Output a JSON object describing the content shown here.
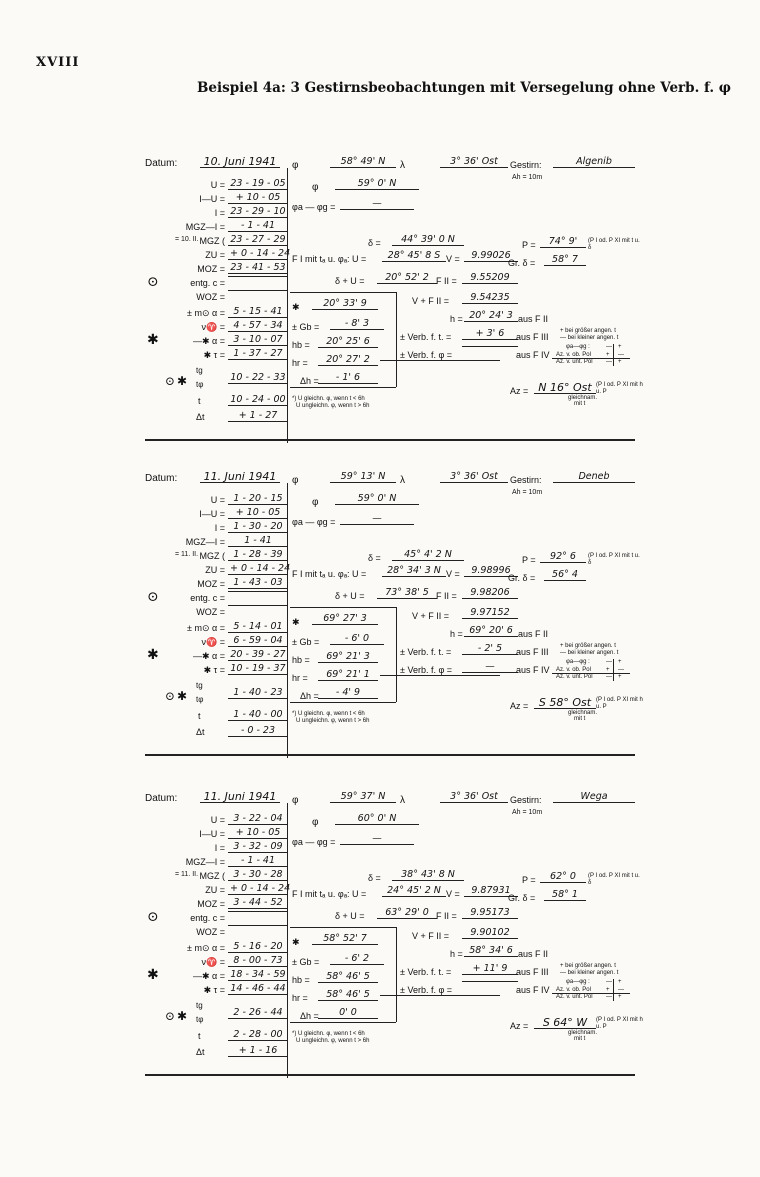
{
  "page": {
    "page_number": "XVIII",
    "title": "Beispiel 4a:  3 Gestirnsbeobachtungen mit Versegelung ohne Verb. f. φ"
  },
  "labels": {
    "datum": "Datum:",
    "U": "U =",
    "IU": "I—U =",
    "I": "I =",
    "MGZI": "MGZ—I =",
    "MGZ": "MGZ (",
    "ZU": "ZU =",
    "MOZ": "MOZ =",
    "entgc": "entg. c =",
    "WOZ": "WOZ =",
    "pmalpha": "± m⊙ α =",
    "vgamma": "ν♈ =",
    "minusalpha": "—✱ α =",
    "startau": "✱ τ =",
    "star": "✱",
    "sun": "⊙",
    "tsub_a": "t",
    "dt": "Δt",
    "phib": "φ",
    "phia": "φ",
    "phia_minus_phib": "φa — φg =",
    "lambda": "λ",
    "gestirn": "Gestirn:",
    "ah": "Ah = 10m",
    "delta": "δ =",
    "fi": "F I mit tₐ u. φₐ: U =",
    "V": "V =",
    "P": "P =",
    "gr_delta": "Gr. δ =",
    "pfi_text": "(P I od. P XI mit t u. δ",
    "delta_plus_U": "δ + U =",
    "FII": "F II =",
    "V_plus_FII": "V + F II =",
    "h": "h =",
    "aus_FII": "aus F II",
    "verb_ft": "± Verb. f. t. =",
    "aus_FIII": "aus F III",
    "verb_fphi": "± Verb. f. φ =",
    "aus_FIV": "aus F IV",
    "bei_groesser": "+ bei größer angen. t",
    "bei_kleiner": "— bei kleiner angen. t",
    "phia_minus_phig": "φa—φg :",
    "az_v_ob_pol": "Az. v. ob. Pol",
    "az_v_unt_pol": "Az. v. unt. Pol",
    "sign_minus": "—",
    "sign_plus": "+",
    "az": "Az =",
    "az_right": "(P I od. P XI mit h u. P",
    "gleichnam": "gleichnam.",
    "mit_t": "mit t",
    "star_box": "✱",
    "Gb": "± Gb =",
    "hb": "hb =",
    "hr": "hr =",
    "dh": "Δh =",
    "fn1": "*) U  gleichn.  φ, wenn t < 6h",
    "fn2": "U ungleichn. φ, wenn t > 6h"
  },
  "blocks": [
    {
      "datum": "10. Juni 1941",
      "U": "23 - 19 - 05",
      "IU": "+ 10 - 05",
      "I": "23 - 29 - 10",
      "MGZI": "- 1 - 41",
      "mgz_ann": "= 10. II.",
      "MGZ": "23 - 27 - 29",
      "ZU": "+ 0 - 14 - 24",
      "MOZ": "23 - 41 - 53",
      "entgc": "",
      "WOZ": "",
      "pmalpha": "5 - 15 - 41",
      "vgamma": "4 - 57 - 34",
      "minusalpha": "3 - 10 - 07",
      "startau": "1 - 37 - 27",
      "ts_top": "tg",
      "ts_bot": "tφ",
      "ts_val": "10 - 22 - 33",
      "ta": "10 - 24 - 00",
      "dt": "+ 1 - 27",
      "phib": "58° 49' N",
      "lam": "3° 36' Ost",
      "gestirn": "Algenib",
      "phia": "59° 0' N",
      "phidiff": "—",
      "delta": "44° 39' 0 N",
      "U_right": "28° 45' 8 S",
      "V": "9.99026",
      "P": "74° 9'",
      "grd": "58° 7",
      "dplusu": "20° 52' 2",
      "FII": "9.55209",
      "VplusFII": "9.54235",
      "h": "20° 24' 3",
      "verbft": "+ 3' 6",
      "verbfphi": "",
      "starbox": "20° 33' 9",
      "Gb": "- 8' 3",
      "hb": "20° 25' 6",
      "hr": "20° 27' 2",
      "dh": "- 1' 6",
      "az": "N 16° Ost"
    },
    {
      "datum": "11. Juni 1941",
      "U": "1 - 20 - 15",
      "IU": "+ 10 - 05",
      "I": "1 - 30 - 20",
      "MGZI": "1 - 41",
      "mgz_ann": "= 11. II.",
      "MGZ": "1 - 28 - 39",
      "ZU": "+ 0 - 14 - 24",
      "MOZ": "1 - 43 - 03",
      "entgc": "",
      "WOZ": "",
      "pmalpha": "5 - 14 - 01",
      "vgamma": "6 - 59 - 04",
      "minusalpha": "20 - 39 - 27",
      "startau": "10 - 19 - 37",
      "ts_top": "tg",
      "ts_bot": "tφ",
      "ts_val": "1 - 40 - 23",
      "ta": "1 - 40 - 00",
      "dt": "- 0 - 23",
      "phib": "59° 13' N",
      "lam": "3° 36' Ost",
      "gestirn": "Deneb",
      "phia": "59° 0' N",
      "phidiff": "—",
      "delta": "45° 4' 2 N",
      "U_right": "28° 34' 3 N",
      "V": "9.98996",
      "P": "92° 6",
      "grd": "56° 4",
      "dplusu": "73° 38' 5",
      "FII": "9.98206",
      "VplusFII": "9.97152",
      "h": "69° 20' 6",
      "verbft": "- 2' 5",
      "verbfphi": "—",
      "starbox": "69° 27' 3",
      "Gb": "- 6' 0",
      "hb": "69° 21' 3",
      "hr": "69° 21' 1",
      "dh": "- 4' 9",
      "az": "S 58° Ost"
    },
    {
      "datum": "11. Juni 1941",
      "U": "3 - 22 - 04",
      "IU": "+ 10 - 05",
      "I": "3 - 32 - 09",
      "MGZI": "- 1 - 41",
      "mgz_ann": "= 11. II.",
      "MGZ": "3 - 30 - 28",
      "ZU": "+ 0 - 14 - 24",
      "MOZ": "3 - 44 - 52",
      "entgc": "",
      "WOZ": "",
      "pmalpha": "5 - 16 - 20",
      "vgamma": "8 - 00 - 73",
      "minusalpha": "18 - 34 - 59",
      "startau": "14 - 46 - 44",
      "ts_top": "tg",
      "ts_bot": "tφ",
      "ts_val": "2 - 26 - 44",
      "ta": "2 - 28 - 00",
      "dt": "+ 1 - 16",
      "phib": "59° 37' N",
      "lam": "3° 36' Ost",
      "gestirn": "Wega",
      "phia": "60° 0' N",
      "phidiff": "—",
      "delta": "38° 43' 8 N",
      "U_right": "24° 45' 2 N",
      "V": "9.87931",
      "P": "62° 0",
      "grd": "58° 1",
      "dplusu": "63° 29' 0",
      "FII": "9.95173",
      "VplusFII": "9.90102",
      "h": "58° 34' 6",
      "verbft": "+ 11' 9",
      "verbfphi": "",
      "starbox": "58° 52' 7",
      "Gb": "- 6' 2",
      "hb": "58° 46' 5",
      "hr": "58° 46' 5",
      "dh": "0' 0",
      "az": "S 64° W"
    }
  ]
}
